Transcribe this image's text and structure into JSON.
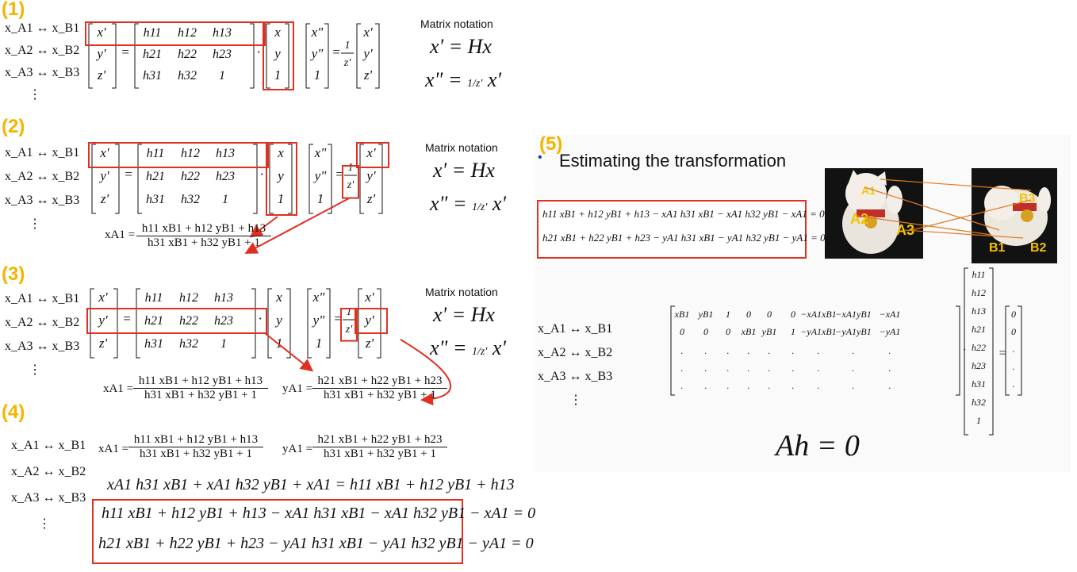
{
  "labels": {
    "p1": "(1)",
    "p2": "(2)",
    "p3": "(3)",
    "p4": "(4)",
    "p5": "(5)"
  },
  "matrix_notation": "Matrix notation",
  "eq_hx": "x' = Hx",
  "eq_xpp": "x\" = ",
  "eq_frac": "1/z'",
  "eq_xp": " x'",
  "corr": {
    "a1": "x_A1 ↔ x_B1",
    "a2": "x_A2 ↔ x_B2",
    "a3": "x_A3 ↔ x_B3",
    "dots": "⋮"
  },
  "matrix": {
    "v1": [
      "x'",
      "y'",
      "z'"
    ],
    "H": [
      "h11",
      "h12",
      "h13",
      "h21",
      "h22",
      "h23",
      "h31",
      "h32",
      "1"
    ],
    "v2": [
      "x",
      "y",
      "1"
    ],
    "vpp": [
      "x\"",
      "y\"",
      "1"
    ],
    "one": "1"
  },
  "eq": {
    "xa_num": "h11 xB1 + h12 yB1 + h13",
    "xa_den": "h31 xB1 + h32 yB1 + 1",
    "ya_num": "h21 xB1 + h22 yB1 + h23",
    "ya_den": "h31 xB1 + h32 yB1 + 1",
    "xa": "xA1 =",
    "ya": "yA1 =",
    "expand": "xA1 h31 xB1 + xA1 h32 yB1 + xA1 = h11 xB1 + h12 yB1 + h13",
    "row1": "h11 xB1 + h12 yB1 + h13 − xA1 h31 xB1 − xA1 h32 yB1 − xA1 = 0",
    "row2": "h21 xB1 + h22 yB1 + h23 − yA1 h31 xB1 − yA1 h32 yB1 − yA1 = 0"
  },
  "p5": {
    "bullet": "Estimating the transformation",
    "A_row1": [
      "xB1",
      "yB1",
      "1",
      "0",
      "0",
      "0",
      "−xA1xB1",
      "−xA1yB1",
      "−xA1"
    ],
    "A_row2": [
      "0",
      "0",
      "0",
      "xB1",
      "yB1",
      "1",
      "−yA1xB1",
      "−yA1yB1",
      "−yA1"
    ],
    "h_vec": [
      "h11",
      "h12",
      "h13",
      "h21",
      "h22",
      "h23",
      "h31",
      "h32",
      "1"
    ],
    "zero_vec": [
      "0",
      "0",
      ".",
      ".",
      "."
    ],
    "ah": "Ah = 0",
    "cat_labels": {
      "a1": "A1",
      "a2": "A2",
      "a3": "A3",
      "b1": "B1",
      "b2": "B2",
      "b3": "B3"
    }
  },
  "colors": {
    "accent": "#f5b400",
    "box": "#e03020",
    "arrow": "#e03020",
    "cat_label": "#f5c400",
    "line": "#e07a20"
  }
}
